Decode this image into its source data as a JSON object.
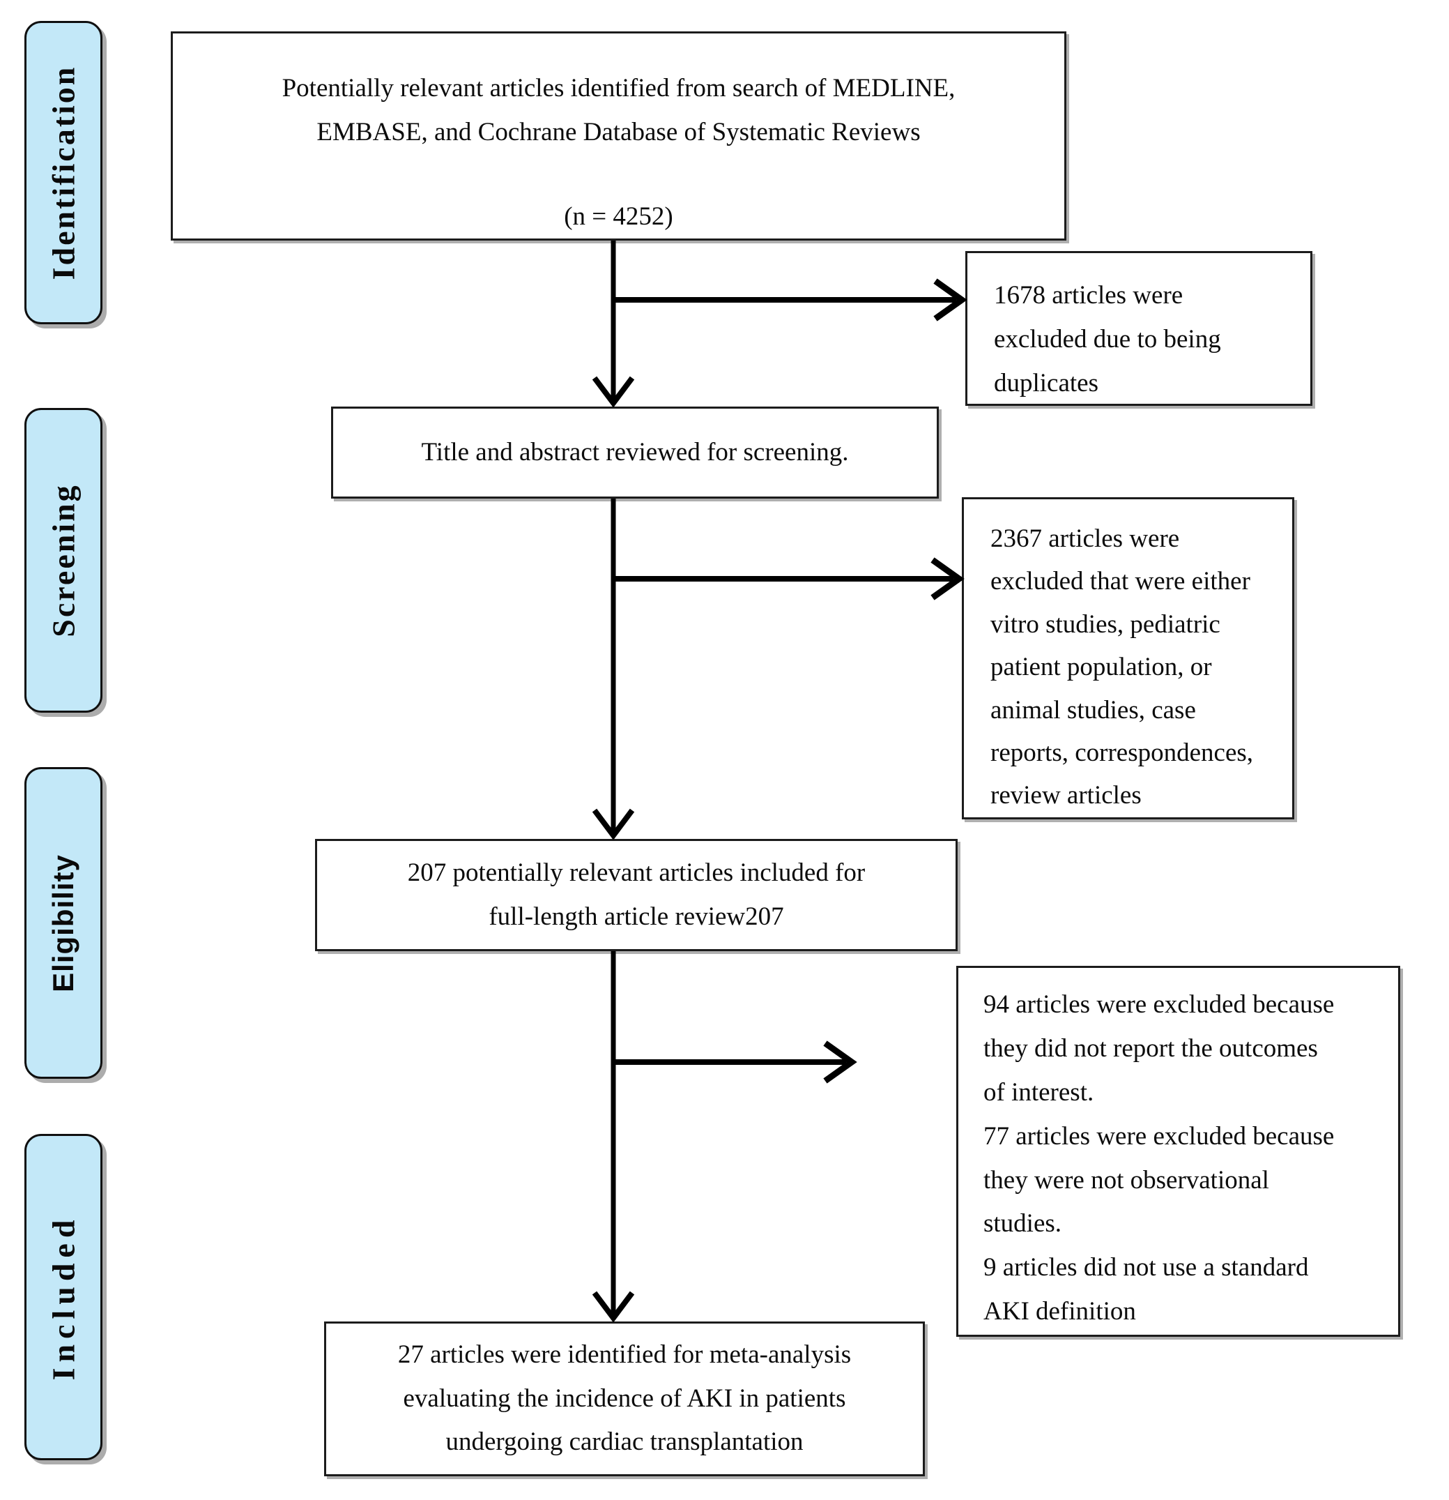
{
  "stage_labels": [
    "Identification",
    "Screening",
    "Eligibility",
    "Included"
  ],
  "boxes": {
    "search": {
      "text": "Potentially relevant articles identified from search of MEDLINE,\nEMBASE, and Cochrane Database of Systematic Reviews",
      "count": "(n = 4252)"
    },
    "duplicates_excluded": {
      "text": "1678 articles were\nexcluded due to being\nduplicates"
    },
    "screening": {
      "text": "Title and abstract reviewed for screening."
    },
    "screening_excluded": {
      "text": "2367 articles were\nexcluded that were either\nvitro studies, pediatric\npatient population, or\nanimal studies, case\nreports, correspondences,\nreview articles"
    },
    "eligibility": {
      "text": "207 potentially relevant articles included for\nfull-length article review207"
    },
    "eligibility_excluded": {
      "lines": [
        "94 articles were excluded because\nthey did not report the outcomes\nof interest.",
        "77 articles were excluded because\nthey were not observational\nstudies.",
        "9 articles did not use a standard\nAKI definition"
      ]
    },
    "included": {
      "text": "27 articles were identified for meta-analysis\nevaluating the incidence of AKI in patients\nundergoing cardiac transplantation"
    }
  },
  "colors": {
    "stage_fill": "#c3e8f8",
    "arrow": "#000000",
    "box_border": "#1c1c1c"
  }
}
